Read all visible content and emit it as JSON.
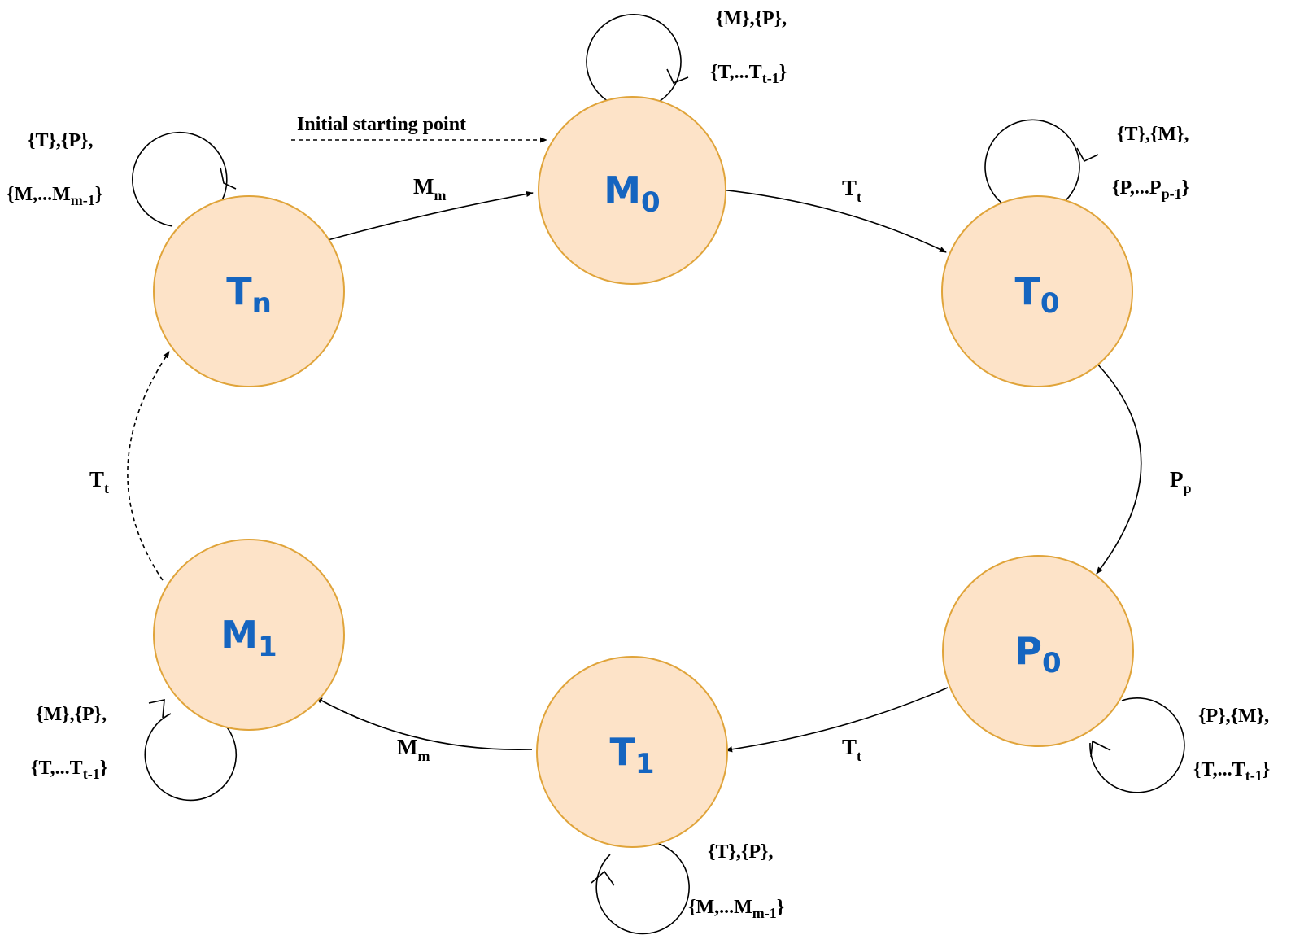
{
  "nodes": {
    "m0": {
      "base": "M",
      "sub": "0"
    },
    "t0": {
      "base": "T",
      "sub": "0"
    },
    "p0": {
      "base": "P",
      "sub": "0"
    },
    "t1": {
      "base": "T",
      "sub": "1"
    },
    "m1": {
      "base": "M",
      "sub": "1"
    },
    "tn": {
      "base": "T",
      "sub": "n"
    }
  },
  "start_label": "Initial starting point",
  "edges": {
    "m0_t0": {
      "base": "T",
      "sub": "t"
    },
    "t0_p0": {
      "base": "P",
      "sub": "p"
    },
    "p0_t1": {
      "base": "T",
      "sub": "t"
    },
    "t1_m1": {
      "base": "M",
      "sub": "m"
    },
    "m1_tn": {
      "base": "T",
      "sub": "t"
    },
    "tn_m0": {
      "base": "M",
      "sub": "m"
    }
  },
  "self_loops": {
    "m0": {
      "line1": "{M},{P},",
      "line2_base": "{T,...T",
      "line2_sub": "t-1",
      "line2_end": "}"
    },
    "t0": {
      "line1": "{T},{M},",
      "line2_base": "{P,...P",
      "line2_sub": "p-1",
      "line2_end": "}"
    },
    "p0": {
      "line1": "{P},{M},",
      "line2_base": "{T,...T",
      "line2_sub": "t-1",
      "line2_end": "}"
    },
    "t1": {
      "line1": "{T},{P},",
      "line2_base": "{M,...M",
      "line2_sub": "m-1",
      "line2_end": "}"
    },
    "m1": {
      "line1": "{M},{P},",
      "line2_base": "{T,...T",
      "line2_sub": "t-1",
      "line2_end": "}"
    },
    "tn": {
      "line1": "{T},{P},",
      "line2_base": "{M,...M",
      "line2_sub": "m-1",
      "line2_end": "}"
    }
  }
}
